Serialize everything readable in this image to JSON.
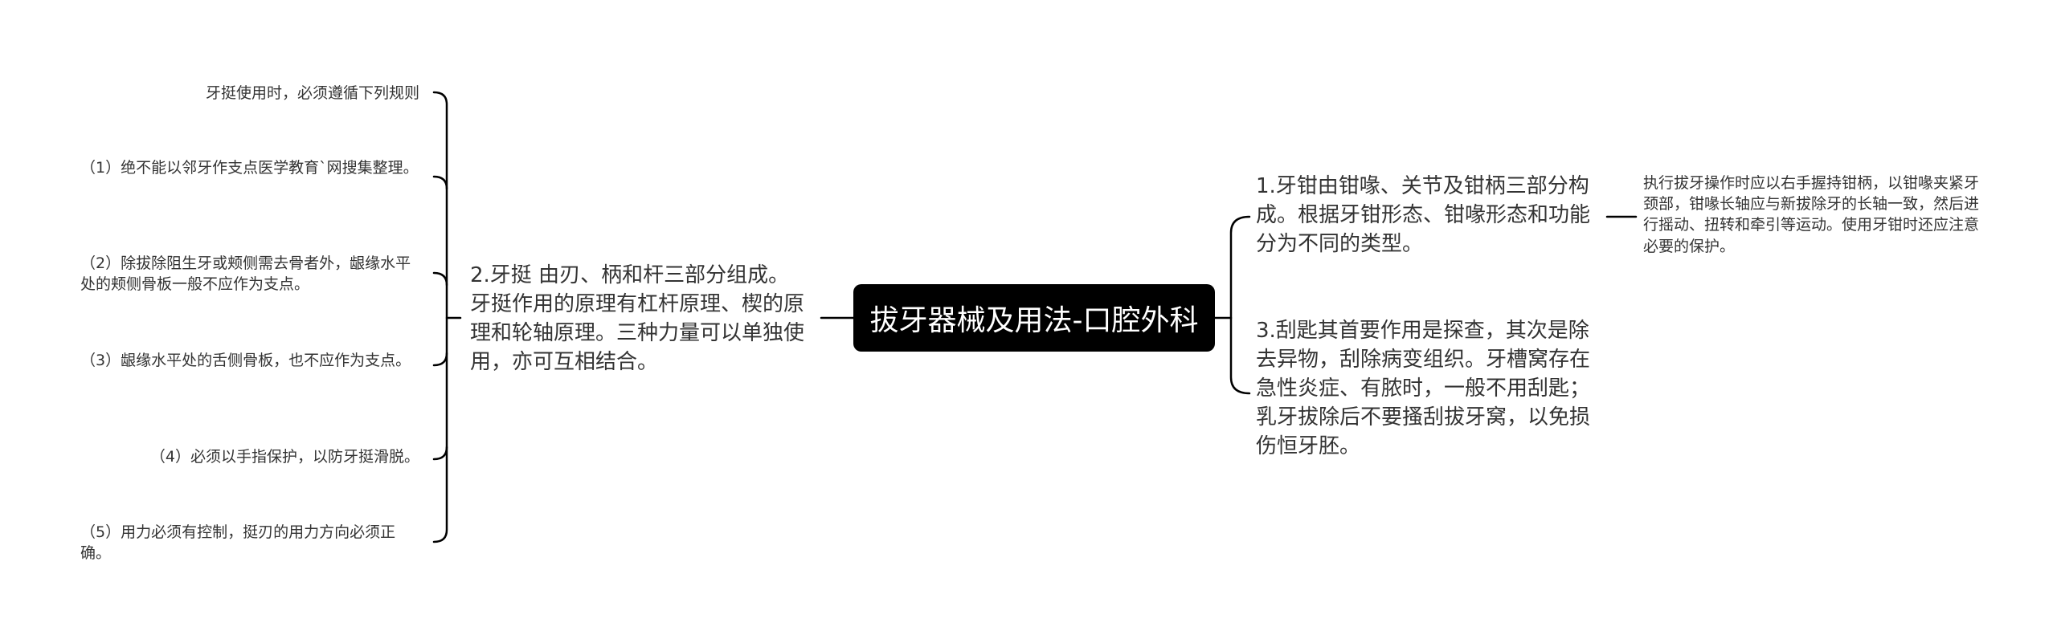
{
  "root": {
    "title": "拔牙器械及用法-口腔外科"
  },
  "left_branch": {
    "main": "2.牙挺 由刃、柄和杆三部分组成。牙挺作用的原理有杠杆原理、楔的原理和轮轴原理。三种力量可以单独使用，亦可互相结合。",
    "children": [
      "牙挺使用时，必须遵循下列规则",
      "（1）绝不能以邻牙作支点医学教育`网搜集整理。",
      "（2）除拔除阻生牙或颊侧需去骨者外，龈缘水平处的颊侧骨板一般不应作为支点。",
      "（3）龈缘水平处的舌侧骨板，也不应作为支点。",
      "（4）必须以手指保护，以防牙挺滑脱。",
      "（5）用力必须有控制，挺刃的用力方向必须正确。"
    ]
  },
  "right_branch": {
    "items": [
      {
        "main": "1.牙钳由钳喙、关节及钳柄三部分构成。根据牙钳形态、钳喙形态和功能分为不同的类型。",
        "child": "执行拔牙操作时应以右手握持钳柄，以钳喙夹紧牙颈部，钳喙长轴应与新拔除牙的长轴一致，然后进行摇动、扭转和牵引等运动。使用牙钳时还应注意必要的保护。"
      },
      {
        "main": "3.刮匙其首要作用是探查，其次是除去异物，刮除病变组织。牙槽窝存在急性炎症、有脓时，一般不用刮匙；乳牙拔除后不要搔刮拔牙窝，以免损伤恒牙胚。"
      }
    ]
  },
  "colors": {
    "line": "#000000",
    "root_bg": "#000000",
    "root_text": "#ffffff",
    "text": "#333333"
  }
}
